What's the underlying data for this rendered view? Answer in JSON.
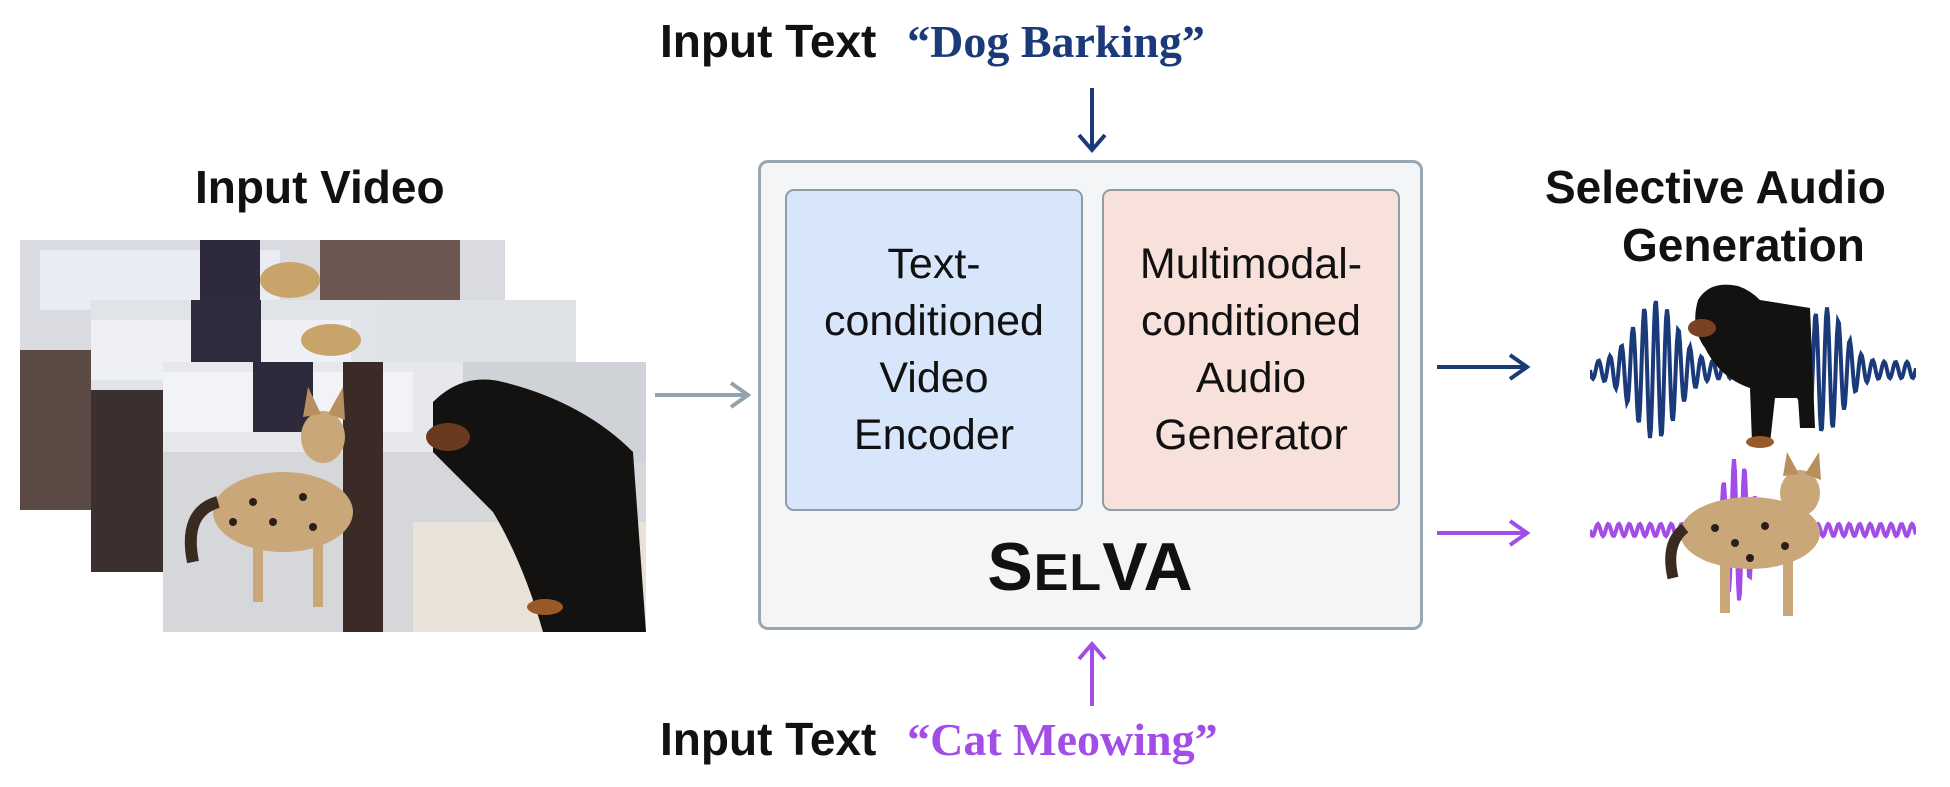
{
  "top_input": {
    "label": "Input Text",
    "quote": "“Dog Barking”"
  },
  "bottom_input": {
    "label": "Input Text",
    "quote": "“Cat Meowing”"
  },
  "input_video": {
    "label": "Input Video"
  },
  "model": {
    "encoder_lines": [
      "Text-",
      "conditioned",
      "Video",
      "Encoder"
    ],
    "generator_lines": [
      "Multimodal-",
      "conditioned",
      "Audio",
      "Generator"
    ],
    "name_first_letter": "S",
    "name_smallcaps": "EL",
    "name_rest": "VA"
  },
  "output": {
    "title_line1": "Selective Audio",
    "title_line2": "Generation"
  },
  "colors": {
    "dog": "#1a3a7a",
    "cat": "#a24de8",
    "gray_arrow": "#93a3ad",
    "encoder_fill": "#d8e6fb",
    "generator_fill": "#f8e1da",
    "box_fill": "#f3f5f6"
  },
  "icons": {
    "dog": "rottweiler-cutout",
    "cat": "serval-cat-cutout",
    "wave": "audio-waveform"
  }
}
